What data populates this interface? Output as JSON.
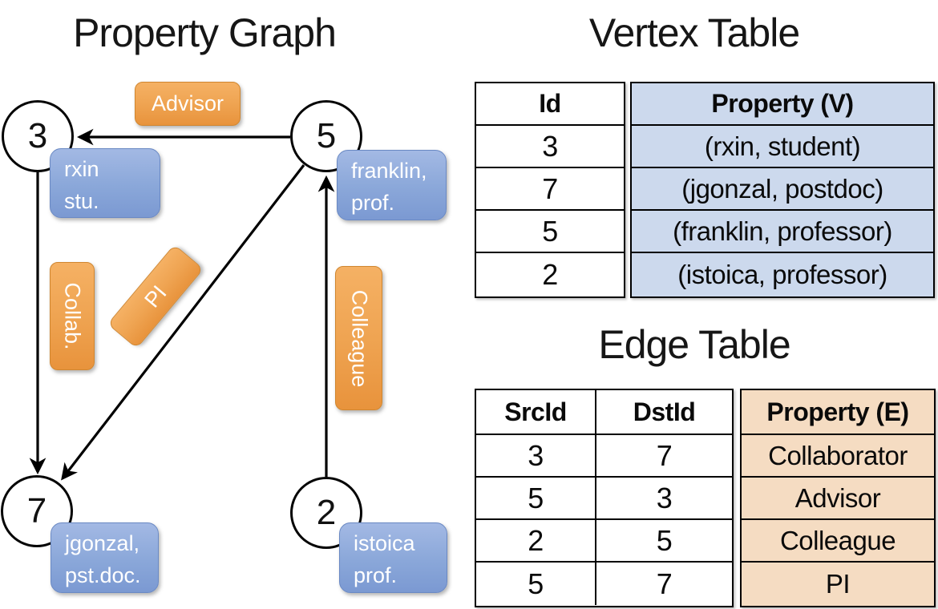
{
  "graph": {
    "title": "Property Graph",
    "nodes": [
      {
        "id": "3",
        "label1": "rxin",
        "label2": "stu."
      },
      {
        "id": "5",
        "label1": "franklin,",
        "label2": "prof."
      },
      {
        "id": "7",
        "label1": "jgonzal,",
        "label2": "pst.doc."
      },
      {
        "id": "2",
        "label1": "istoica",
        "label2": "prof."
      }
    ],
    "edge_labels": [
      "Advisor",
      "Collab.",
      "PI",
      "Colleague"
    ]
  },
  "vertex_table": {
    "title": "Vertex Table",
    "columns": [
      "Id",
      "Property (V)"
    ],
    "rows": [
      {
        "id": "3",
        "property": "(rxin, student)"
      },
      {
        "id": "7",
        "property": "(jgonzal, postdoc)"
      },
      {
        "id": "5",
        "property": "(franklin, professor)"
      },
      {
        "id": "2",
        "property": "(istoica, professor)"
      }
    ]
  },
  "edge_table": {
    "title": "Edge Table",
    "columns": [
      "SrcId",
      "DstId",
      "Property (E)"
    ],
    "rows": [
      {
        "src": "3",
        "dst": "7",
        "property": "Collaborator"
      },
      {
        "src": "5",
        "dst": "3",
        "property": "Advisor"
      },
      {
        "src": "2",
        "dst": "5",
        "property": "Colleague"
      },
      {
        "src": "5",
        "dst": "7",
        "property": "PI"
      }
    ]
  },
  "colors": {
    "edge_label_orange": "#efa452",
    "vertex_label_blue": "#8aa7d9",
    "vertex_table_fill": "#ccd9ed",
    "edge_table_fill": "#f5dcc2",
    "line_color": "#000000",
    "node_fill": "#ffffff"
  }
}
